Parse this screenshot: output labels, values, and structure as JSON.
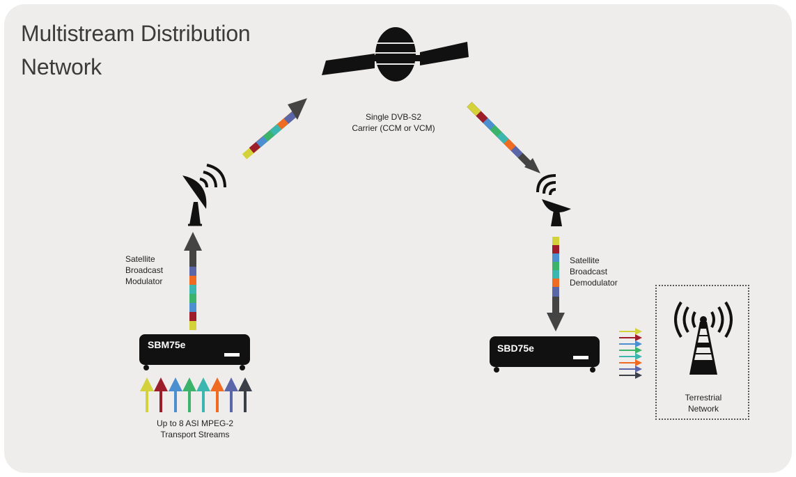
{
  "title": {
    "line1": "Multistream Distribution",
    "line2": "Network"
  },
  "carrier": {
    "line1": "Single DVB-S2",
    "line2": "Carrier (CCM or VCM)"
  },
  "modulator_caption": {
    "line1": "Satellite",
    "line2": "Broadcast",
    "line3": "Modulator"
  },
  "demodulator_caption": {
    "line1": "Satellite",
    "line2": "Broadcast",
    "line3": "Demodulator"
  },
  "devices": {
    "modulator": "SBM75e",
    "demodulator": "SBD75e"
  },
  "streams_caption": {
    "line1": "Up to 8 ASI MPEG-2",
    "line2": "Transport Streams"
  },
  "terrestrial": {
    "line1": "Terrestrial",
    "line2": "Network"
  },
  "stream_colors": [
    "#d3d23a",
    "#9e1d2b",
    "#4b8fd1",
    "#3bb36a",
    "#3cb7b0",
    "#ef6b22",
    "#5b66a8",
    "#3a3f48"
  ],
  "icons": [
    "satellite-icon",
    "uplink-dish-icon",
    "downlink-dish-icon",
    "broadcast-tower-icon"
  ]
}
